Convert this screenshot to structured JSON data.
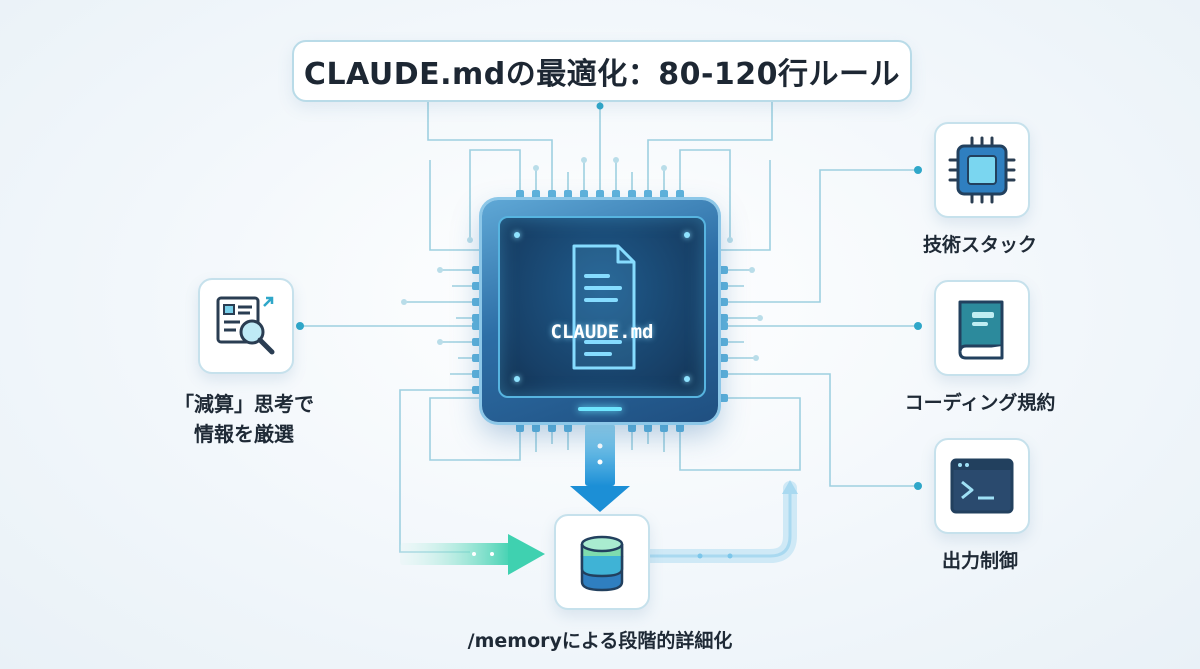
{
  "title": "CLAUDE.mdの最適化：80-120行ルール",
  "chip": {
    "label": "CLAUDE.md",
    "icon": "document-icon"
  },
  "left_node": {
    "icon": "document-search-icon",
    "label_line1": "「減算」思考で",
    "label_line2": "情報を厳選"
  },
  "bottom_node": {
    "icon": "database-icon",
    "label": "/memoryによる段階的詳細化"
  },
  "right_nodes": [
    {
      "icon": "cpu-icon",
      "label": "技術スタック"
    },
    {
      "icon": "book-icon",
      "label": "コーディング規約"
    },
    {
      "icon": "terminal-icon",
      "label": "出力制御"
    }
  ],
  "colors": {
    "accent": "#2fa7c9",
    "chip": "#245d91",
    "glow": "#6fe6ff",
    "card_border": "#c6e1ec"
  }
}
